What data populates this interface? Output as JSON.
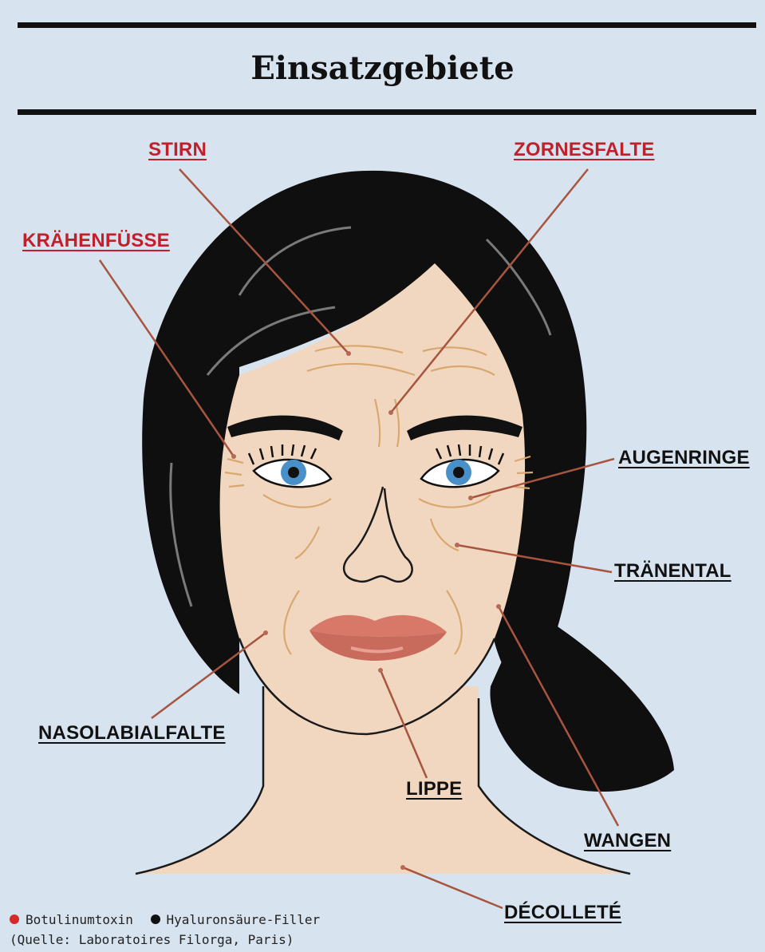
{
  "title": "Einsatzgebiete",
  "labels_botox": {
    "stirn": "STIRN",
    "zornesfalte": "ZORNESFALTE",
    "kraehenfuesse": "KRÄHENFÜSSE"
  },
  "labels_filler": {
    "augenringe": "AUGENRINGE",
    "traenental": "TRÄNENTAL",
    "nasolabialfalte": "NASOLABIALFALTE",
    "lippe": "LIPPE",
    "wangen": "WANGEN",
    "decollete": "DÉCOLLETÉ"
  },
  "legend": {
    "botox_label": "Botulinumtoxin",
    "filler_label": "Hyaluronsäure-Filler",
    "source": "(Quelle: Laboratoires Filorga, Paris)"
  },
  "colors": {
    "background": "#d7e3ef",
    "botox": "#c0202a",
    "filler": "#111111",
    "skin": "#f2d7c0",
    "hair": "#0f0f0f",
    "leader_line": "#a8553f",
    "wrinkle": "#d9a870"
  }
}
